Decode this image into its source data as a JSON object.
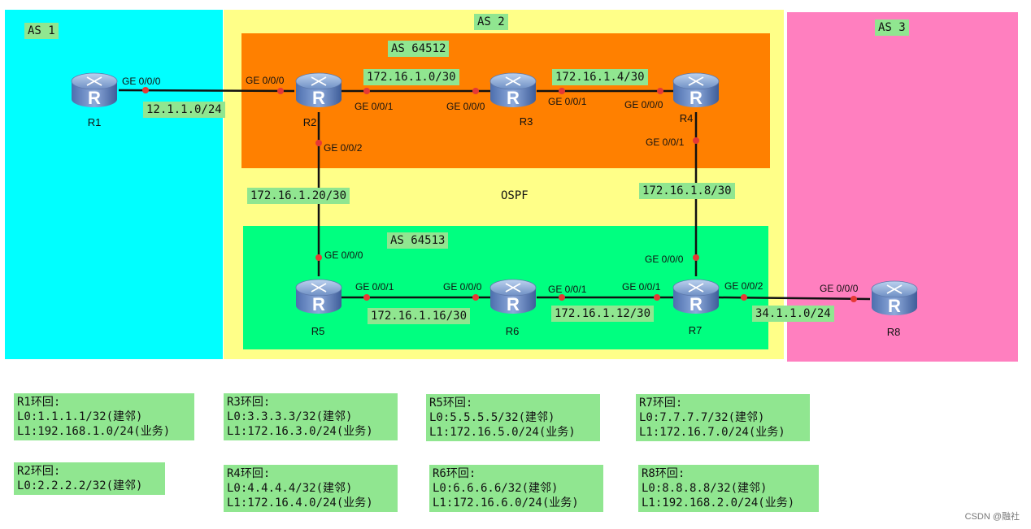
{
  "colors": {
    "as1": "#00ffff",
    "as2": "#ffff88",
    "as3": "#ff7fbf",
    "as64512": "#ff8000",
    "as64513": "#00ff80",
    "label_bg": "#90e690",
    "interface_dot": "#e53935"
  },
  "areas": {
    "as1": "AS 1",
    "as2": "AS 2",
    "as3": "AS 3",
    "as64512": "AS 64512",
    "as64513": "AS 64513",
    "ospf": "OSPF"
  },
  "routers": {
    "r1": "R1",
    "r2": "R2",
    "r3": "R3",
    "r4": "R4",
    "r5": "R5",
    "r6": "R6",
    "r7": "R7",
    "r8": "R8"
  },
  "networks": {
    "r1_r2": "12.1.1.0/24",
    "r2_r3": "172.16.1.0/30",
    "r3_r4": "172.16.1.4/30",
    "r2_r5": "172.16.1.20/30",
    "r4_r7": "172.16.1.8/30",
    "r5_r6": "172.16.1.16/30",
    "r6_r7": "172.16.1.12/30",
    "r7_r8": "34.1.1.0/24"
  },
  "interfaces": {
    "r1_ge000": "GE 0/0/0",
    "r2_ge000": "GE 0/0/0",
    "r2_ge001": "GE 0/0/1",
    "r2_ge002": "GE 0/0/2",
    "r3_ge000": "GE 0/0/0",
    "r3_ge001": "GE 0/0/1",
    "r4_ge000": "GE 0/0/0",
    "r4_ge001": "GE 0/0/1",
    "r5_ge000": "GE 0/0/0",
    "r5_ge001": "GE 0/0/1",
    "r6_ge000": "GE 0/0/0",
    "r6_ge001": "GE 0/0/1",
    "r7_ge000": "GE 0/0/0",
    "r7_ge001": "GE 0/0/1",
    "r7_ge002": "GE 0/0/2",
    "r8_ge000": "GE 0/0/0"
  },
  "loopbacks": {
    "r1": {
      "title": "R1环回:",
      "l0": "L0:1.1.1.1/32(建邻)",
      "l1": "L1:192.168.1.0/24(业务)"
    },
    "r2": {
      "title": "R2环回:",
      "l0": "L0:2.2.2.2/32(建邻)"
    },
    "r3": {
      "title": "R3环回:",
      "l0": "L0:3.3.3.3/32(建邻)",
      "l1": "L1:172.16.3.0/24(业务)"
    },
    "r4": {
      "title": "R4环回:",
      "l0": "L0:4.4.4.4/32(建邻)",
      "l1": "L1:172.16.4.0/24(业务)"
    },
    "r5": {
      "title": "R5环回:",
      "l0": "L0:5.5.5.5/32(建邻)",
      "l1": "L1:172.16.5.0/24(业务)"
    },
    "r6": {
      "title": "R6环回:",
      "l0": "L0:6.6.6.6/32(建邻)",
      "l1": "L1:172.16.6.0/24(业务)"
    },
    "r7": {
      "title": "R7环回:",
      "l0": "L0:7.7.7.7/32(建邻)",
      "l1": "L1:172.16.7.0/24(业务)"
    },
    "r8": {
      "title": "R8环回:",
      "l0": "L0:8.8.8.8/32(建邻)",
      "l1": "L1:192.168.2.0/24(业务)"
    }
  },
  "footer": "CSDN @融社"
}
